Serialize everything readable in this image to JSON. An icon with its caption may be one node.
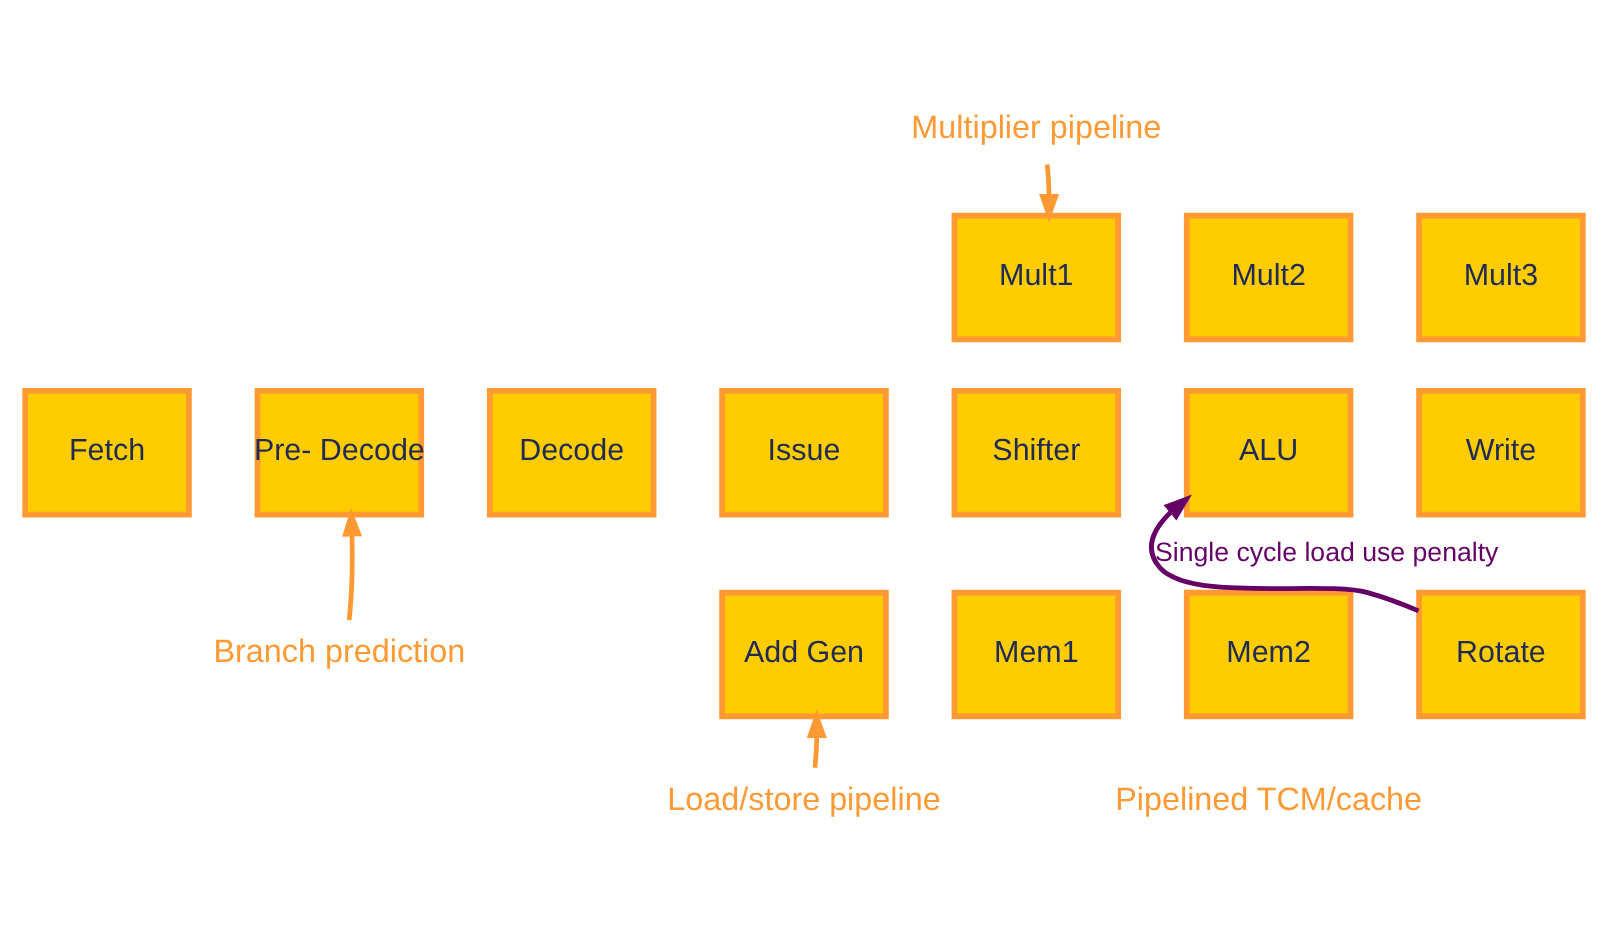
{
  "diagram": {
    "nodes": [
      {
        "text": [
          "Multiplier pipeline"
        ]
      },
      {
        "text": [
          "Mult1"
        ]
      },
      {
        "text": [
          "Mult2"
        ]
      },
      {
        "text": [
          "Mult3"
        ]
      },
      {
        "text": [
          "Fetch"
        ]
      },
      {
        "text": [
          "Pre- Decode"
        ]
      },
      {
        "text": [
          "Decode"
        ]
      },
      {
        "text": [
          "Issue"
        ]
      },
      {
        "text": [
          "Shifter"
        ]
      },
      {
        "text": [
          "ALU"
        ]
      },
      {
        "text": [
          "Write"
        ]
      },
      {
        "text": [
          "Branch prediction"
        ]
      },
      {
        "text": [
          "Add Gen"
        ]
      },
      {
        "text": [
          "Mem1"
        ]
      },
      {
        "text": [
          "Mem2"
        ]
      },
      {
        "text": [
          "Rotate"
        ]
      },
      {
        "text": [
          "Load/store pipeline"
        ]
      }
    ],
    "edges": [
      {
        "from": 0,
        "to": 1,
        "arrow": "to"
      },
      {
        "from": 11,
        "to": 5,
        "arrow": "to"
      },
      {
        "from": 16,
        "to": 12,
        "arrow": "to"
      },
      {
        "from": 15,
        "to": 9,
        "arrow": "to",
        "label": "Single cycle load use penalty",
        "color": "#660066"
      }
    ],
    "labels": [
      "Pipelined TCM/cache"
    ]
  }
}
